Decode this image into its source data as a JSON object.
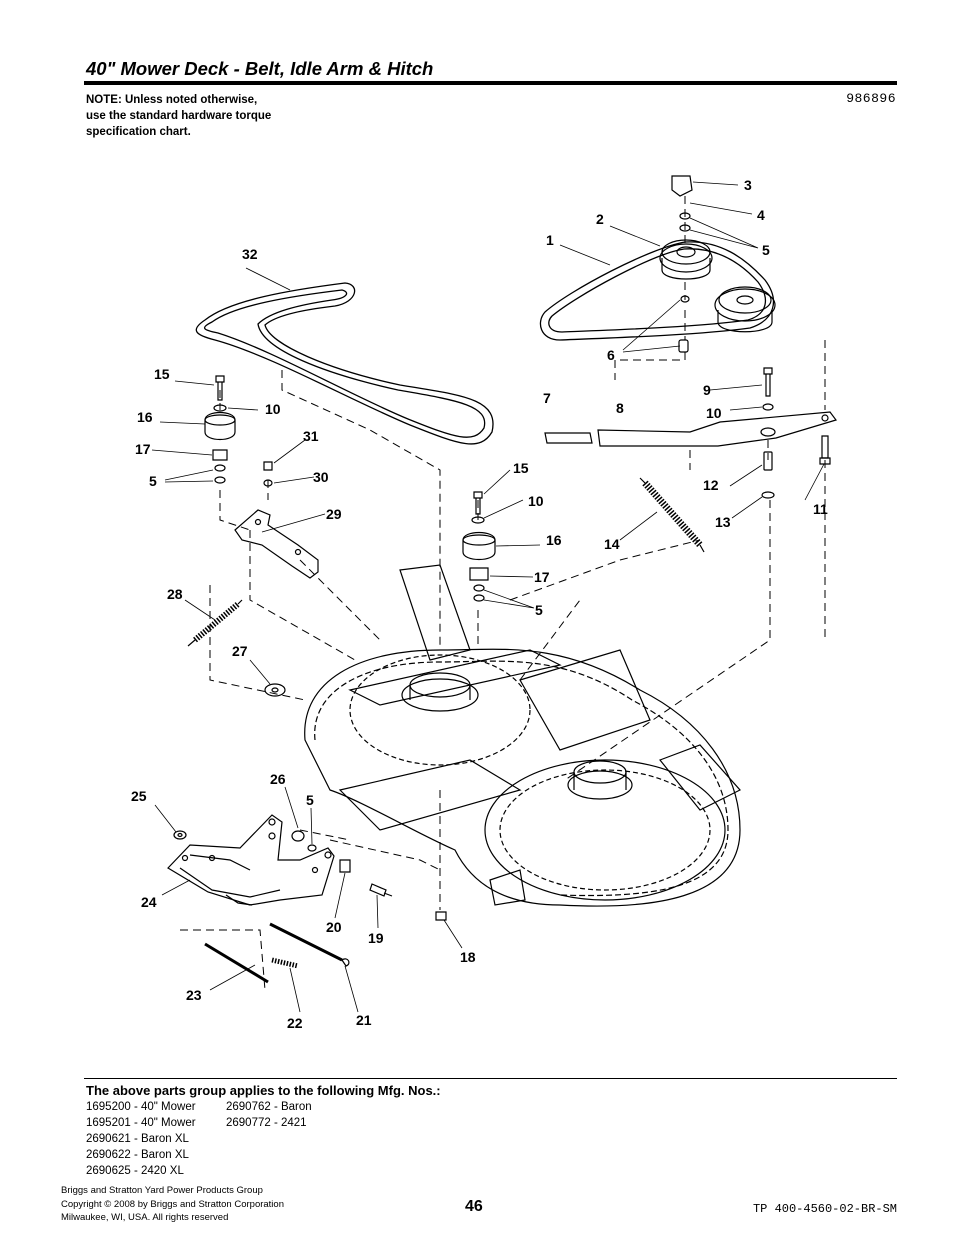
{
  "header": {
    "title": "40\" Mower Deck - Belt, Idle Arm & Hitch",
    "note_lines": [
      "NOTE: Unless noted otherwise,",
      "use the standard hardware torque",
      "specification chart."
    ],
    "diagram_number": "986896"
  },
  "diagram": {
    "callouts": [
      {
        "label": "1"
      },
      {
        "label": "2"
      },
      {
        "label": "3"
      },
      {
        "label": "4"
      },
      {
        "label": "5"
      },
      {
        "label": "6"
      },
      {
        "label": "7"
      },
      {
        "label": "8"
      },
      {
        "label": "9"
      },
      {
        "label": "10"
      },
      {
        "label": "10"
      },
      {
        "label": "10"
      },
      {
        "label": "11"
      },
      {
        "label": "12"
      },
      {
        "label": "13"
      },
      {
        "label": "14"
      },
      {
        "label": "15"
      },
      {
        "label": "15"
      },
      {
        "label": "16"
      },
      {
        "label": "16"
      },
      {
        "label": "17"
      },
      {
        "label": "17"
      },
      {
        "label": "5"
      },
      {
        "label": "5"
      },
      {
        "label": "18"
      },
      {
        "label": "19"
      },
      {
        "label": "20"
      },
      {
        "label": "21"
      },
      {
        "label": "22"
      },
      {
        "label": "23"
      },
      {
        "label": "24"
      },
      {
        "label": "25"
      },
      {
        "label": "26"
      },
      {
        "label": "5"
      },
      {
        "label": "27"
      },
      {
        "label": "28"
      },
      {
        "label": "29"
      },
      {
        "label": "30"
      },
      {
        "label": "31"
      },
      {
        "label": "32"
      }
    ]
  },
  "applies": {
    "heading": "The above parts group applies to the following Mfg. Nos.:",
    "col1": [
      "1695200 - 40\" Mower",
      "1695201 - 40\" Mower",
      "2690621 - Baron XL",
      "2690622 - Baron XL",
      "2690625 - 2420 XL"
    ],
    "col2": [
      "2690762 - Baron",
      "2690772 - 2421"
    ]
  },
  "footer": {
    "company_lines": [
      "Briggs and Stratton Yard Power Products Group",
      "Copyright ©  2008 by Briggs and Stratton Corporation",
      "Milwaukee, WI, USA. All rights reserved"
    ],
    "page_number": "46",
    "doc_id": "TP 400-4560-02-BR-SM"
  }
}
